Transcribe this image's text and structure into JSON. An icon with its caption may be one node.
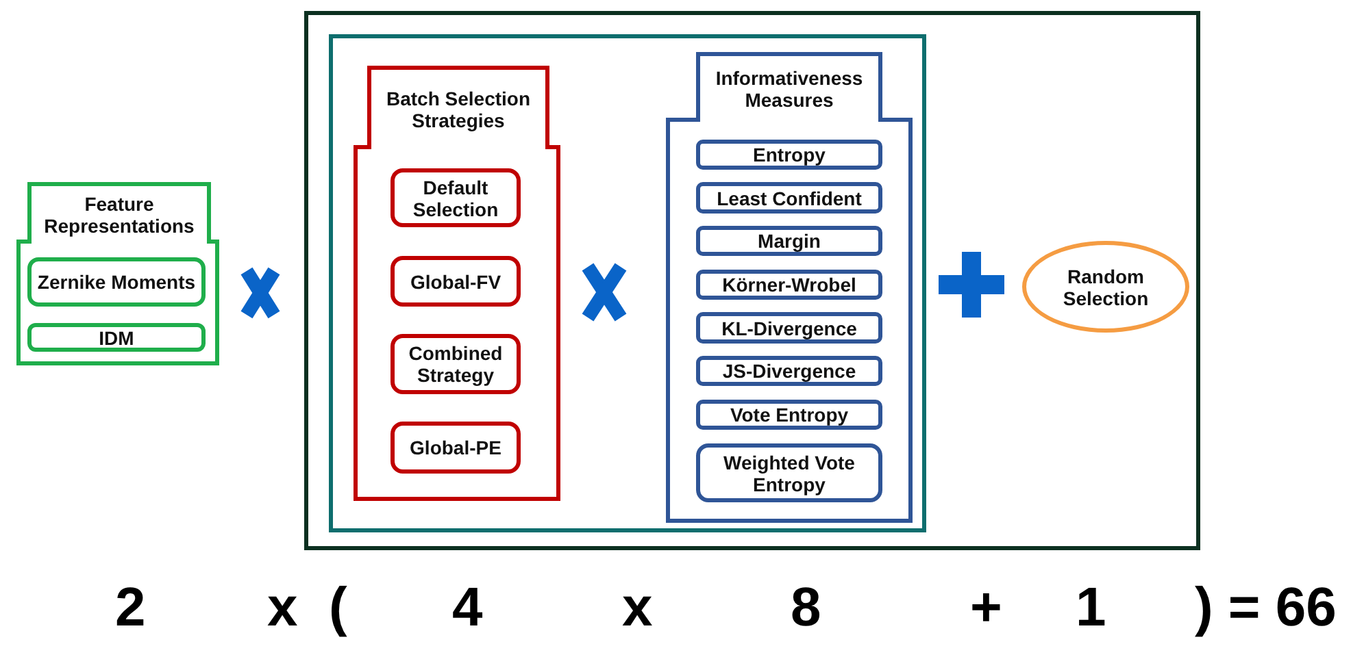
{
  "diagram": {
    "nodes": [
      {
        "text": [
          "Feature Representations"
        ]
      },
      {
        "text": [
          "Zernike Moments"
        ],
        "in": 0
      },
      {
        "text": [
          "IDM"
        ],
        "in": 0
      },
      {
        "text": [],
        "shape": "box"
      },
      {
        "text": [],
        "shape": "box",
        "in": 3
      },
      {
        "text": [
          "Batch Selection Strategies"
        ],
        "in": 4
      },
      {
        "text": [
          "Default Selection"
        ],
        "in": 5
      },
      {
        "text": [
          "Global-FV"
        ],
        "in": 5
      },
      {
        "text": [
          "Combined Strategy"
        ],
        "in": 5
      },
      {
        "text": [
          "Global-PE"
        ],
        "in": 5
      },
      {
        "text": [
          "Informativeness Measures"
        ],
        "in": 4
      },
      {
        "text": [
          "Entropy"
        ],
        "in": 10
      },
      {
        "text": [
          "Least Confident"
        ],
        "in": 10
      },
      {
        "text": [
          "Margin"
        ],
        "in": 10
      },
      {
        "text": [
          "Körner-Wrobel"
        ],
        "in": 10
      },
      {
        "text": [
          "KL-Divergence"
        ],
        "in": 10
      },
      {
        "text": [
          "JS-Divergence"
        ],
        "in": 10
      },
      {
        "text": [
          "Vote Entropy"
        ],
        "in": 10
      },
      {
        "text": [
          "Weighted Vote Entropy"
        ],
        "in": 10
      },
      {
        "text": [
          "Random Selection"
        ],
        "in": 3
      }
    ],
    "labels": [
      "2",
      "x",
      "(",
      "4",
      "x",
      "8",
      "+",
      "1",
      ") = 66"
    ]
  }
}
